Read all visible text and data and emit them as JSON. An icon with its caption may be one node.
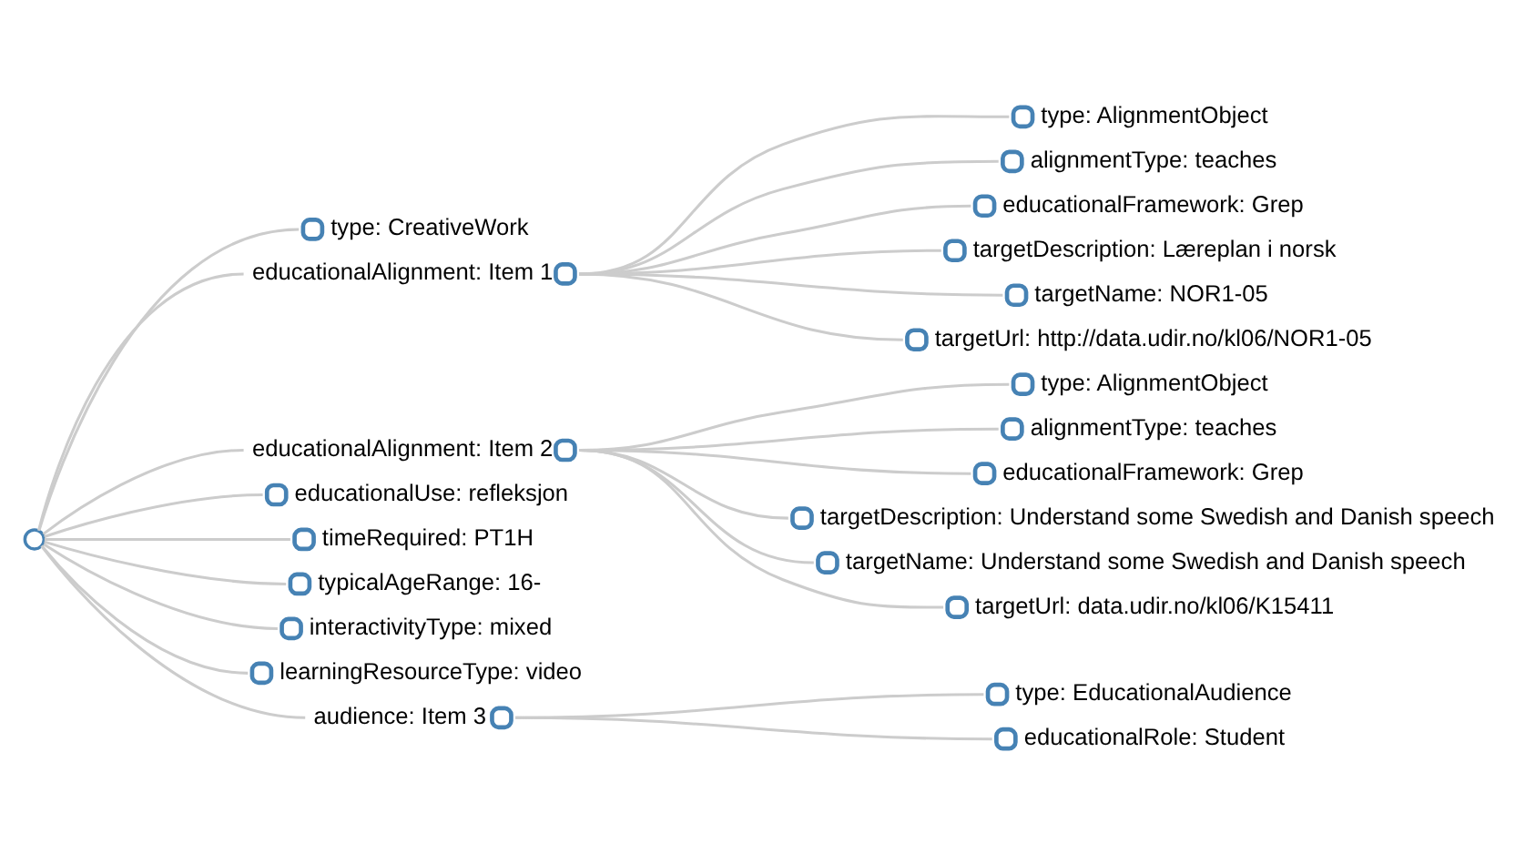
{
  "diagram": {
    "nodes": [
      {
        "text": [],
        "shape": "circle"
      },
      {
        "text": [
          "type: CreativeWork"
        ]
      },
      {
        "text": [
          "educationalAlignment: Item 1"
        ]
      },
      {
        "text": [
          "type: AlignmentObject"
        ]
      },
      {
        "text": [
          "alignmentType: teaches"
        ]
      },
      {
        "text": [
          "educationalFramework: Grep"
        ]
      },
      {
        "text": [
          "targetDescription: Læreplan i norsk"
        ]
      },
      {
        "text": [
          "targetName: NOR1-05"
        ]
      },
      {
        "text": [
          "targetUrl: http://data.udir.no/kl06/NOR1-05"
        ]
      },
      {
        "text": [
          "educationalAlignment: Item 2"
        ]
      },
      {
        "text": [
          "type: AlignmentObject"
        ]
      },
      {
        "text": [
          "alignmentType: teaches"
        ]
      },
      {
        "text": [
          "educationalFramework: Grep"
        ]
      },
      {
        "text": [
          "targetDescription: Understand some Swedish and Danish speech"
        ]
      },
      {
        "text": [
          "targetName: Understand some Swedish and Danish speech"
        ]
      },
      {
        "text": [
          "targetUrl: data.udir.no/kl06/K15411"
        ]
      },
      {
        "text": [
          "educationalUse: refleksjon"
        ]
      },
      {
        "text": [
          "timeRequired: PT1H"
        ]
      },
      {
        "text": [
          "typicalAgeRange: 16-"
        ]
      },
      {
        "text": [
          "interactivityType: mixed"
        ]
      },
      {
        "text": [
          "learningResourceType: video"
        ]
      },
      {
        "text": [
          "audience: Item 3"
        ]
      },
      {
        "text": [
          "type: EducationalAudience"
        ]
      },
      {
        "text": [
          "educationalRole: Student"
        ]
      }
    ],
    "edges": [
      {
        "from": 0,
        "to": 1,
        "arrow": "none"
      },
      {
        "from": 0,
        "to": 2,
        "arrow": "none"
      },
      {
        "from": 2,
        "to": 3,
        "arrow": "none"
      },
      {
        "from": 2,
        "to": 4,
        "arrow": "none"
      },
      {
        "from": 2,
        "to": 5,
        "arrow": "none"
      },
      {
        "from": 2,
        "to": 6,
        "arrow": "none"
      },
      {
        "from": 2,
        "to": 7,
        "arrow": "none"
      },
      {
        "from": 2,
        "to": 8,
        "arrow": "none"
      },
      {
        "from": 0,
        "to": 9,
        "arrow": "none"
      },
      {
        "from": 9,
        "to": 10,
        "arrow": "none"
      },
      {
        "from": 9,
        "to": 11,
        "arrow": "none"
      },
      {
        "from": 9,
        "to": 12,
        "arrow": "none"
      },
      {
        "from": 9,
        "to": 13,
        "arrow": "none"
      },
      {
        "from": 9,
        "to": 14,
        "arrow": "none"
      },
      {
        "from": 9,
        "to": 15,
        "arrow": "none"
      },
      {
        "from": 0,
        "to": 16,
        "arrow": "none"
      },
      {
        "from": 0,
        "to": 17,
        "arrow": "none"
      },
      {
        "from": 0,
        "to": 18,
        "arrow": "none"
      },
      {
        "from": 0,
        "to": 19,
        "arrow": "none"
      },
      {
        "from": 0,
        "to": 20,
        "arrow": "none"
      },
      {
        "from": 0,
        "to": 21,
        "arrow": "none"
      },
      {
        "from": 21,
        "to": 22,
        "arrow": "none"
      },
      {
        "from": 21,
        "to": 23,
        "arrow": "none"
      }
    ]
  }
}
